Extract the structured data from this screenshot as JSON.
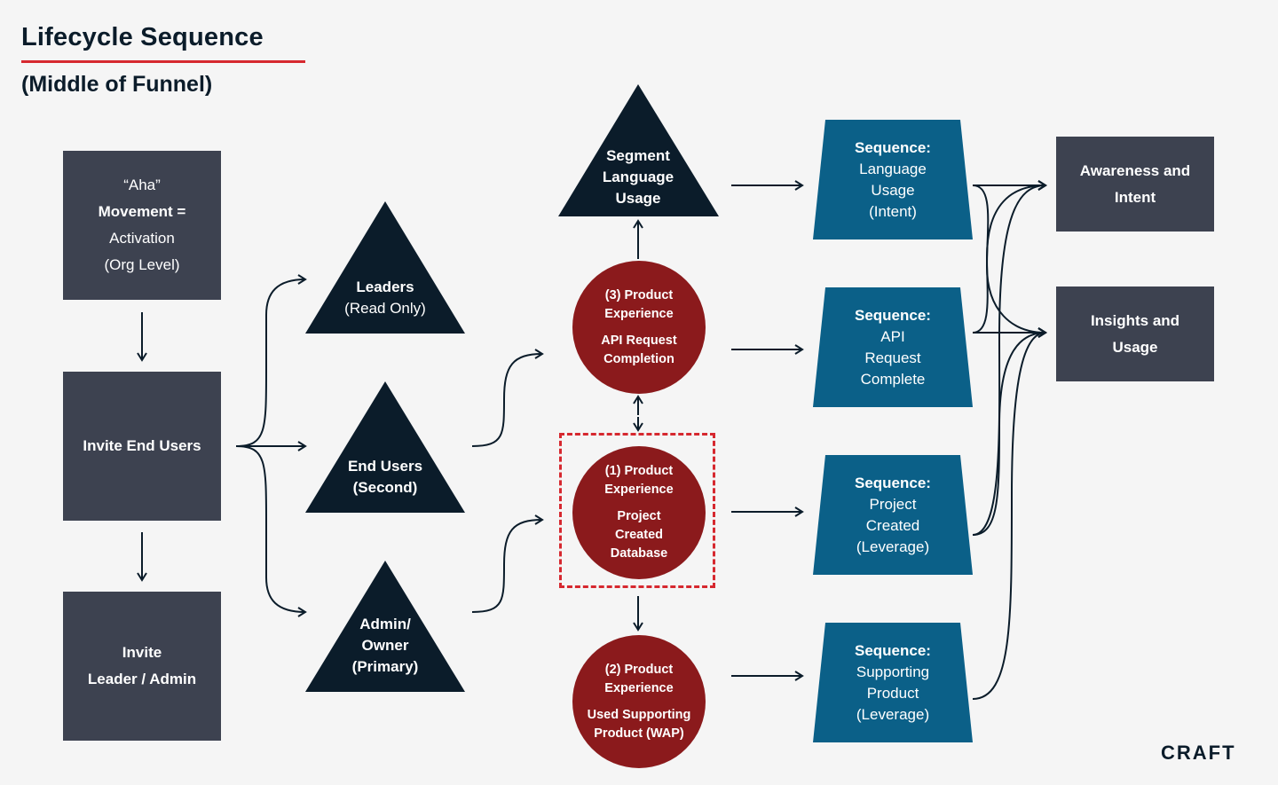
{
  "title": "Lifecycle Sequence",
  "subtitle": "(Middle of Funnel)",
  "logo": "CRAFT",
  "boxes": {
    "aha": [
      "“Aha”",
      "Movement =",
      "Activation",
      "(Org Level)"
    ],
    "invite_end_users": [
      "Invite End Users"
    ],
    "invite_leader": [
      "Invite",
      "Leader / Admin"
    ],
    "awareness": [
      "Awareness and",
      "Intent"
    ],
    "insights": [
      "Insights and",
      "Usage"
    ]
  },
  "triangles": {
    "leaders": [
      "Leaders",
      "(Read Only)"
    ],
    "end_users": [
      "End Users",
      "(Second)"
    ],
    "admin": [
      "Admin/",
      "Owner",
      "(Primary)"
    ],
    "segment": [
      "Segment",
      "Language",
      "Usage"
    ]
  },
  "circles": {
    "c3": {
      "title": [
        "(3) Product",
        "Experience"
      ],
      "body": [
        "API Request",
        "Completion"
      ]
    },
    "c1": {
      "title": [
        "(1) Product",
        "Experience"
      ],
      "body": [
        "Project",
        "Created",
        "Database"
      ]
    },
    "c2": {
      "title": [
        "(2) Product",
        "Experience"
      ],
      "body": [
        "Used Supporting",
        "Product (WAP)"
      ]
    }
  },
  "sequences": {
    "s1": [
      "Sequence:",
      "Language",
      "Usage",
      "(Intent)"
    ],
    "s2": [
      "Sequence:",
      "API",
      "Request",
      "Complete"
    ],
    "s3": [
      "Sequence:",
      "Project",
      "Created",
      "(Leverage)"
    ],
    "s4": [
      "Sequence:",
      "Supporting",
      "Product",
      "(Leverage)"
    ]
  },
  "colors": {
    "box": "#3d4250",
    "triangle": "#0b1c2a",
    "circle": "#8b1a1c",
    "sequence": "#0b6088",
    "accent_red": "#d6282f",
    "arrow": "#0b1c2a"
  }
}
